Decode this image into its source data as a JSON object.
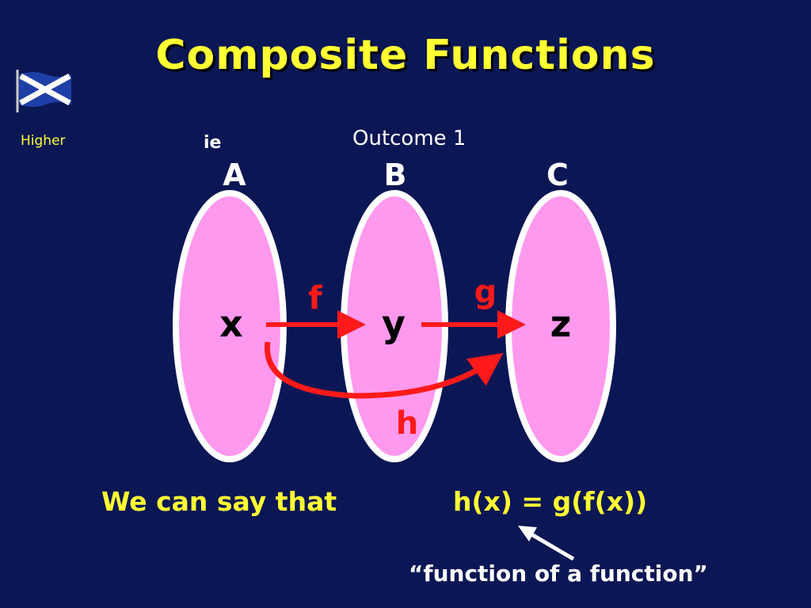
{
  "slide": {
    "title": "Composite Functions",
    "level": "Higher",
    "outcome": "Outcome 1",
    "ie": "ie",
    "statement": "We can say that",
    "equation": "h(x) = g(f(x))",
    "note": "“function of  a function”"
  },
  "diagram": {
    "sets": [
      {
        "label": "A",
        "element": "x"
      },
      {
        "label": "B",
        "element": "y"
      },
      {
        "label": "C",
        "element": "z"
      }
    ],
    "maps": [
      {
        "name": "f",
        "from": "x",
        "to": "y"
      },
      {
        "name": "g",
        "from": "y",
        "to": "z"
      },
      {
        "name": "h",
        "from": "x",
        "to": "z"
      }
    ]
  },
  "colors": {
    "background": "#0b1654",
    "title": "#ffff33",
    "set_fill": "#ff99ee",
    "set_border": "#ffffff",
    "arrow": "#ff1a1a",
    "text": "#ffffff"
  },
  "icons": [
    "scottish-flag-icon"
  ]
}
